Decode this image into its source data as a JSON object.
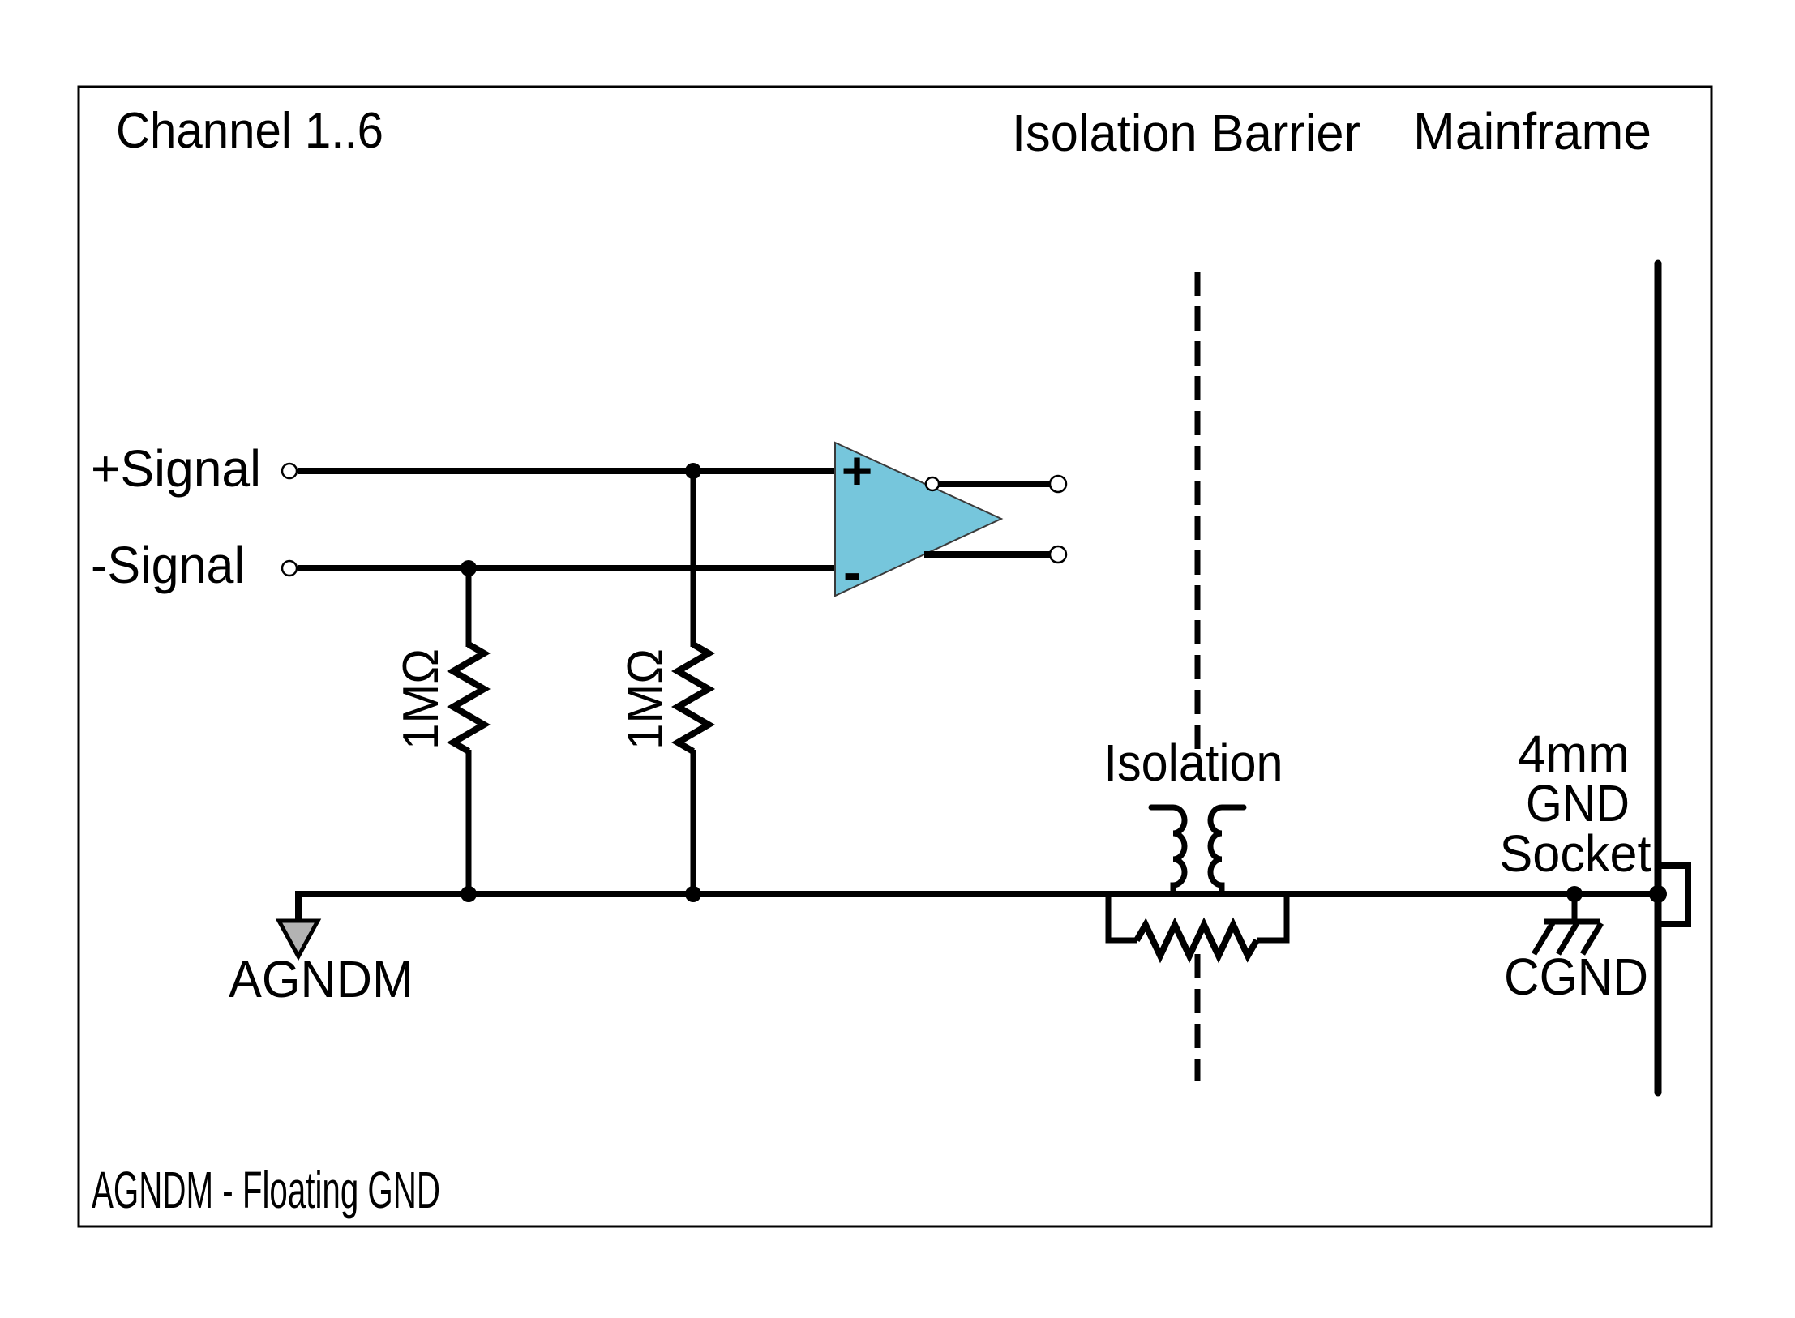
{
  "diagram": {
    "title_left": "Channel 1..6",
    "title_isolation_barrier": "Isolation Barrier",
    "title_mainframe": "Mainframe",
    "signals": {
      "plus_label": "+Signal",
      "minus_label": "-Signal"
    },
    "resistors": {
      "r1_value": "1MΩ",
      "r2_value": "1MΩ"
    },
    "opamp": {
      "plus_input": "+",
      "minus_input": "-"
    },
    "isolation_label": "Isolation",
    "socket_label": {
      "line1": "4mm",
      "line2": "GND",
      "line3": "Socket"
    },
    "cgnd_label": "CGND",
    "agndm_label": "AGNDM",
    "footer_note": "AGNDM - Floating GND",
    "colors": {
      "opamp_fill": "#76C6DC",
      "opamp_outline": "#3a3a3a",
      "ground_arrow_fill": "#B3B3B3",
      "line_color": "#000000"
    }
  }
}
